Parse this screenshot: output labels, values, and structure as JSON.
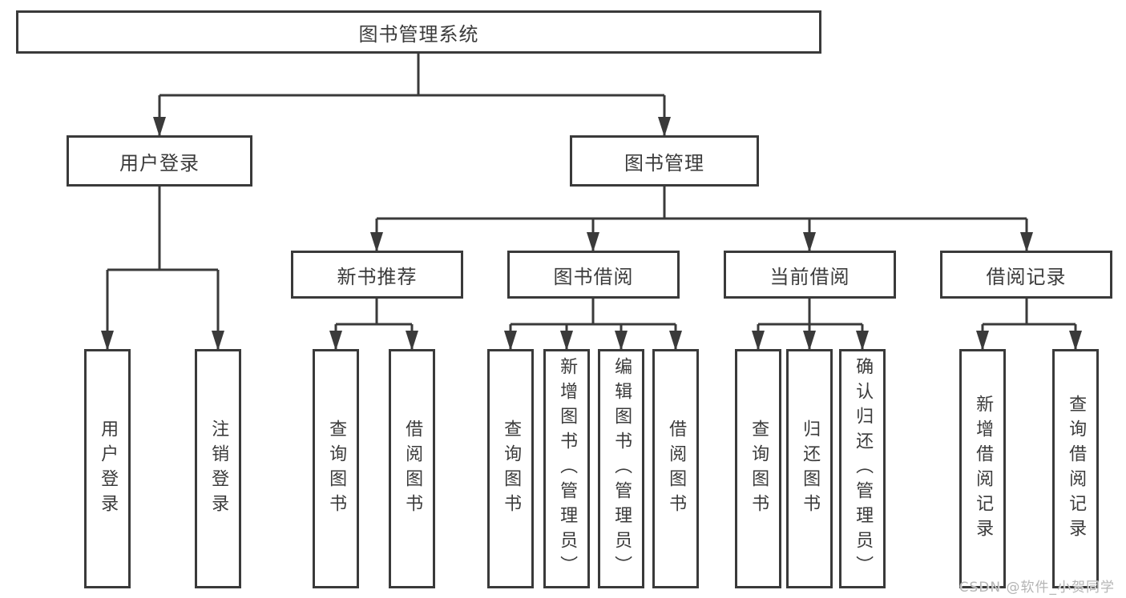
{
  "diagram": {
    "root": "图书管理系统",
    "branches": [
      {
        "label": "用户登录",
        "children": [
          {
            "label": "用户登录"
          },
          {
            "label": "注销登录"
          }
        ]
      },
      {
        "label": "图书管理",
        "children": [
          {
            "label": "新书推荐",
            "children": [
              {
                "label": "查询图书"
              },
              {
                "label": "借阅图书"
              }
            ]
          },
          {
            "label": "图书借阅",
            "children": [
              {
                "label": "查询图书"
              },
              {
                "label": "新增图书（管理员）"
              },
              {
                "label": "编辑图书（管理员）"
              },
              {
                "label": "借阅图书"
              }
            ]
          },
          {
            "label": "当前借阅",
            "children": [
              {
                "label": "查询图书"
              },
              {
                "label": "归还图书"
              },
              {
                "label": "确认归还（管理员）"
              }
            ]
          },
          {
            "label": "借阅记录",
            "children": [
              {
                "label": "新增借阅记录"
              },
              {
                "label": "查询借阅记录"
              }
            ]
          }
        ]
      }
    ],
    "watermark": "CSDN @软件_小贺同学"
  },
  "colors": {
    "line": "#3a3a3a",
    "box_border": "#3a3a3a",
    "text": "#3b3b3b",
    "background": "#ffffff",
    "watermark": "#b5b5b5"
  }
}
